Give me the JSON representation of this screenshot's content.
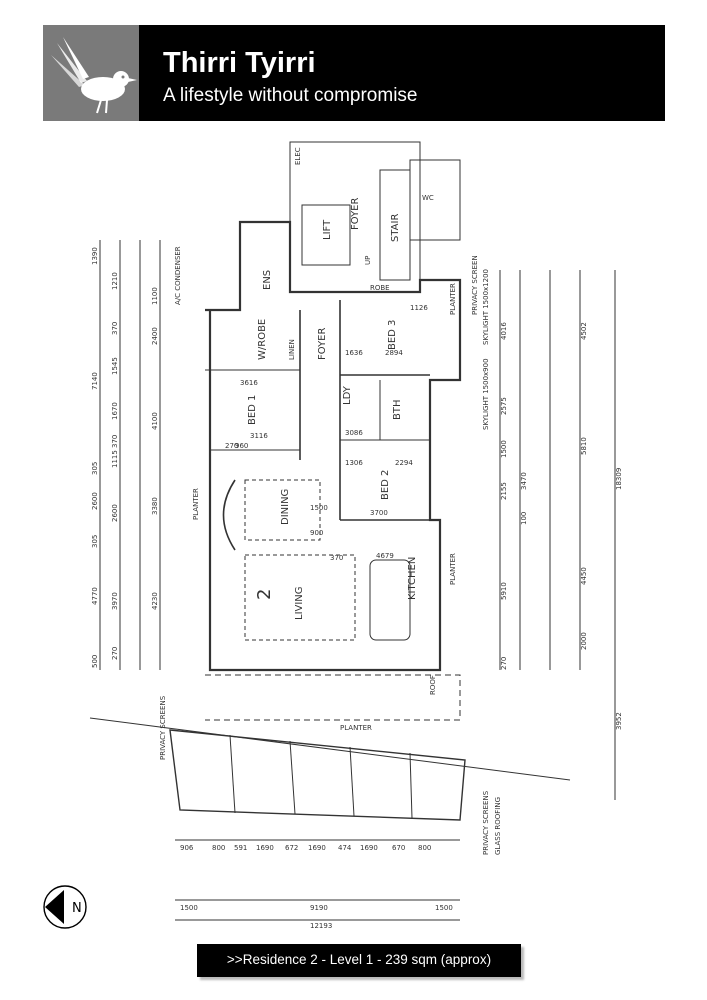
{
  "header": {
    "title": "Thirri Tyirri",
    "subtitle": "A lifestyle without compromise",
    "logo_icon": "bird-icon"
  },
  "footer": {
    "caption": ">>Residence 2 - Level 1 - 239 sqm (approx)"
  },
  "compass": {
    "label": "N",
    "icon": "north-arrow-icon"
  },
  "plan": {
    "rooms": {
      "foyer_top": "FOYER",
      "lift": "LIFT",
      "stair": "STAIR",
      "elec": "ELEC",
      "ens": "ENS",
      "wrobe": "W/ROBE",
      "linen": "LINEN",
      "foyer": "FOYER",
      "bed3": "BED 3",
      "bed1": "BED 1",
      "ldy": "LDY",
      "bth": "BTH",
      "bed2": "BED 2",
      "dining": "DINING",
      "living": "LIVING",
      "living_num": "2",
      "kitchen": "KITCHEN",
      "planter_left": "PLANTER",
      "planter_right_top": "PLANTER",
      "planter_right_mid": "PLANTER",
      "planter_bottom": "PLANTER",
      "roof": "ROOF",
      "robe": "ROBE",
      "wc": "WC",
      "up": "UP"
    },
    "notes": {
      "ac_condenser": "A/C CONDENSER",
      "privacy_screen_top": "PRIVACY SCREEN",
      "skylight_1": "SKYLIGHT 1500x1200",
      "skylight_2": "SKYLIGHT 1500x900",
      "privacy_screens_left": "PRIVACY SCREENS",
      "privacy_screens_bottom": "PRIVACY SCREENS",
      "glass_roofing": "GLASS ROOFING"
    },
    "dimensions": {
      "left_outer": [
        "1390",
        "7140",
        "305",
        "2600",
        "305",
        "4770",
        "500"
      ],
      "left_mid": [
        "1210",
        "370",
        "1545",
        "1670",
        "370",
        "1115",
        "2600",
        "3970",
        "270"
      ],
      "left_inner": [
        "1100",
        "2400",
        "4100",
        "3380",
        "4230"
      ],
      "right_inner": [
        "4016",
        "2575",
        "1500",
        "2155",
        "5910",
        "270"
      ],
      "right_mid": [
        "3470",
        "100"
      ],
      "right_outer": [
        "4502",
        "5810",
        "4450",
        "2000"
      ],
      "total_right": "18309",
      "bottom_extra": "3952",
      "bottom_row1": [
        "906",
        "800",
        "591",
        "1690",
        "672",
        "1690",
        "474",
        "1690",
        "670",
        "800"
      ],
      "bottom_row2": [
        "1500",
        "9190",
        "1500"
      ],
      "bottom_total": "12193",
      "interior": [
        "3616",
        "3116",
        "2894",
        "1636",
        "3700",
        "2294",
        "1306",
        "3086",
        "4679",
        "1500",
        "900",
        "270",
        "370",
        "1126",
        "960"
      ]
    }
  }
}
